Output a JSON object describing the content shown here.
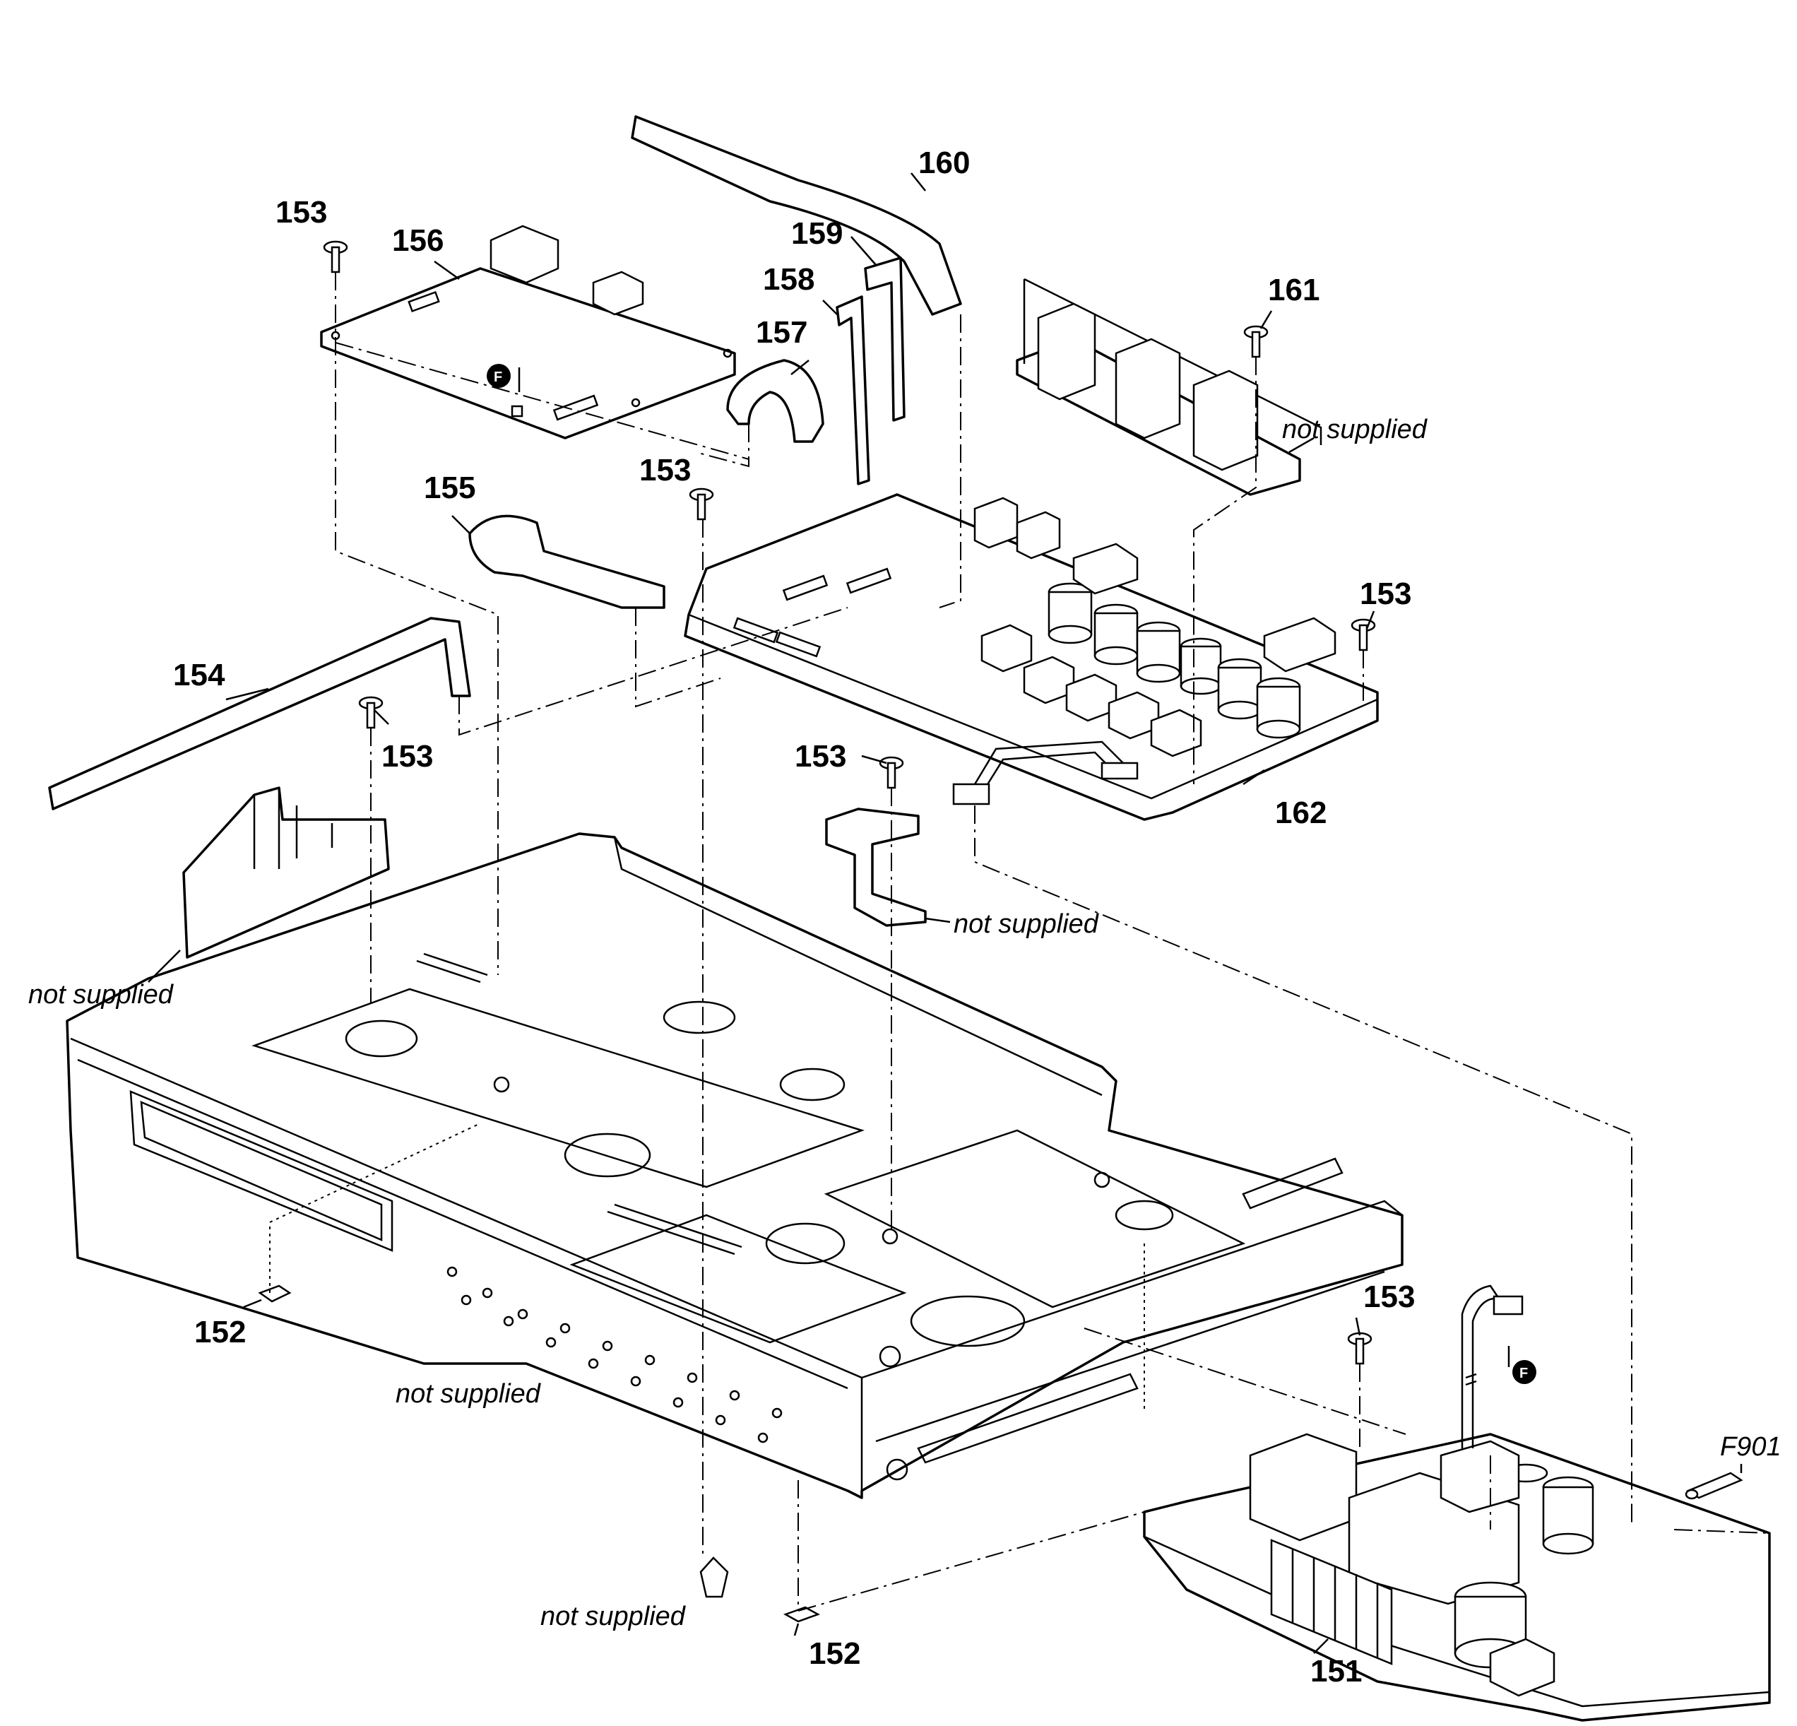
{
  "labels": {
    "l151": "151",
    "l152a": "152",
    "l152b": "152",
    "l153a": "153",
    "l153b": "153",
    "l153c": "153",
    "l153d": "153",
    "l153e": "153",
    "l153f": "153",
    "l154": "154",
    "l155": "155",
    "l156": "156",
    "l157": "157",
    "l158": "158",
    "l159": "159",
    "l160": "160",
    "l161": "161",
    "l162": "162",
    "f901": "F901"
  },
  "notes": {
    "ns_left": "not supplied",
    "ns_bracket": "not supplied",
    "ns_161": "not supplied",
    "ns_chassis": "not supplied",
    "ns_rivet": "not supplied"
  },
  "markers": {
    "f_top": "F",
    "f_power": "F"
  }
}
